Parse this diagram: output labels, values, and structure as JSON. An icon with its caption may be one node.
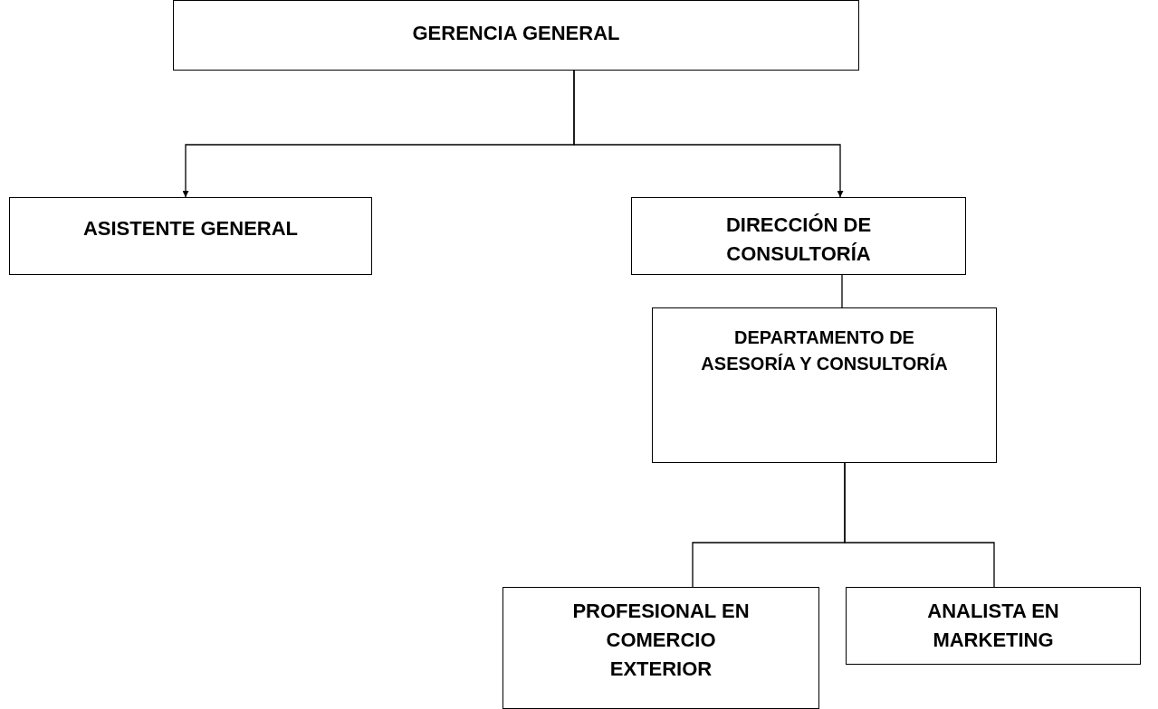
{
  "diagram": {
    "nodes": [
      {
        "text": [
          "GERENCIA GENERAL"
        ]
      },
      {
        "text": [
          "ASISTENTE GENERAL"
        ]
      },
      {
        "text": [
          "DIRECCIÓN DE CONSULTORÍA"
        ]
      },
      {
        "text": [
          "DEPARTAMENTO DE ASESORÍA Y CONSULTORÍA"
        ]
      },
      {
        "text": [
          "PROFESIONAL EN COMERCIO EXTERIOR"
        ]
      },
      {
        "text": [
          "ANALISTA EN MARKETING"
        ]
      }
    ],
    "edges": [
      {
        "from": 0,
        "to": 1,
        "arrow": "to"
      },
      {
        "from": 0,
        "to": 2,
        "arrow": "to"
      },
      {
        "from": 2,
        "to": 3,
        "arrow": "none"
      },
      {
        "from": 3,
        "to": 4,
        "arrow": "none"
      },
      {
        "from": 3,
        "to": 5,
        "arrow": "none"
      }
    ]
  }
}
